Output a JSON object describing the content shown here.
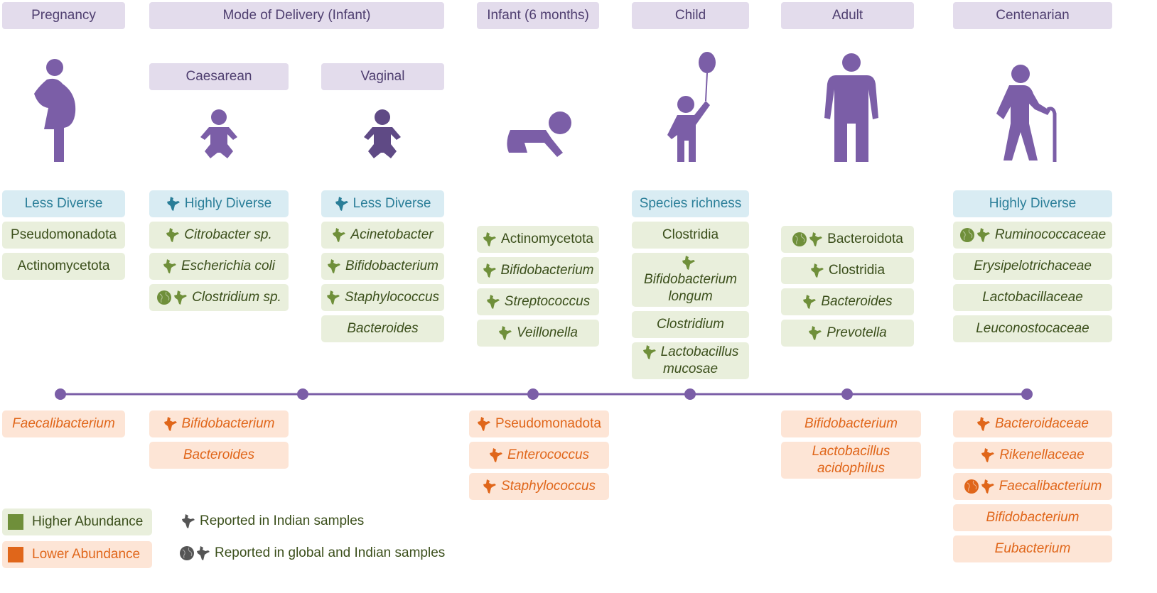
{
  "headers": [
    "Pregnancy",
    "Mode of Delivery (Infant)",
    "Infant (6 months)",
    "Child",
    "Adult",
    "Centenarian"
  ],
  "subheaders": [
    "Caesarean",
    "Vaginal"
  ],
  "columns": [
    {
      "id": "pregnancy",
      "diversity": {
        "text": "Less Diverse",
        "mark": "none"
      },
      "higher": [
        {
          "name": "Pseudomonadota",
          "italic": false,
          "mark": "none"
        },
        {
          "name": "Actinomycetota",
          "italic": false,
          "mark": "none"
        }
      ],
      "lower": [
        {
          "name": "Faecalibacterium",
          "italic": true,
          "mark": "none"
        }
      ]
    },
    {
      "id": "caesarean",
      "diversity": {
        "text": "Highly Diverse",
        "mark": "india"
      },
      "higher": [
        {
          "name": "Citrobacter sp.",
          "italic": true,
          "mark": "india"
        },
        {
          "name": "Escherichia coli",
          "italic": true,
          "mark": "india"
        },
        {
          "name": "Clostridium sp.",
          "italic": true,
          "mark": "global-india"
        }
      ],
      "lower": [
        {
          "name": "Bifidobacterium",
          "italic": true,
          "mark": "india"
        },
        {
          "name": "Bacteroides",
          "italic": true,
          "mark": "none"
        }
      ]
    },
    {
      "id": "vaginal",
      "diversity": {
        "text": "Less Diverse",
        "mark": "india"
      },
      "higher": [
        {
          "name": "Acinetobacter",
          "italic": true,
          "mark": "india"
        },
        {
          "name": "Bifidobacterium",
          "italic": true,
          "mark": "india"
        },
        {
          "name": "Staphylococcus",
          "italic": true,
          "mark": "india"
        },
        {
          "name": "Bacteroides",
          "italic": true,
          "mark": "none"
        }
      ],
      "lower": []
    },
    {
      "id": "infant",
      "diversity": null,
      "higher": [
        {
          "name": "Actinomycetota",
          "italic": false,
          "mark": "india"
        },
        {
          "name": "Bifidobacterium",
          "italic": true,
          "mark": "india"
        },
        {
          "name": "Streptococcus",
          "italic": true,
          "mark": "india"
        },
        {
          "name": "Veillonella",
          "italic": true,
          "mark": "india"
        }
      ],
      "lower": [
        {
          "name": "Pseudomonadota",
          "italic": false,
          "mark": "india"
        },
        {
          "name": "Enterococcus",
          "italic": true,
          "mark": "india"
        },
        {
          "name": "Staphylococcus",
          "italic": true,
          "mark": "india"
        }
      ]
    },
    {
      "id": "child",
      "diversity": {
        "text": "Species richness",
        "mark": "none"
      },
      "higher": [
        {
          "name": "Clostridia",
          "italic": false,
          "mark": "none"
        },
        {
          "name": "Bifidobacterium longum",
          "italic": true,
          "mark": "india"
        },
        {
          "name": "Clostridium",
          "italic": true,
          "mark": "none"
        },
        {
          "name": "Lactobacillus mucosae",
          "italic": true,
          "mark": "india"
        }
      ],
      "lower": []
    },
    {
      "id": "adult",
      "diversity": null,
      "higher": [
        {
          "name": "Bacteroidota",
          "italic": false,
          "mark": "global-india"
        },
        {
          "name": "Clostridia",
          "italic": false,
          "mark": "india"
        },
        {
          "name": "Bacteroides",
          "italic": true,
          "mark": "india"
        },
        {
          "name": "Prevotella",
          "italic": true,
          "mark": "india"
        }
      ],
      "lower": [
        {
          "name": "Bifidobacterium",
          "italic": true,
          "mark": "none"
        },
        {
          "name": "Lactobacillus acidophilus",
          "italic": true,
          "mark": "none"
        }
      ]
    },
    {
      "id": "centenarian",
      "diversity": {
        "text": "Highly Diverse",
        "mark": "none"
      },
      "higher": [
        {
          "name": "Ruminococcaceae",
          "italic": true,
          "mark": "global-india"
        },
        {
          "name": "Erysipelotrichaceae",
          "italic": true,
          "mark": "none"
        },
        {
          "name": "Lactobacillaceae",
          "italic": true,
          "mark": "none"
        },
        {
          "name": "Leuconostocaceae",
          "italic": true,
          "mark": "none"
        }
      ],
      "lower": [
        {
          "name": "Bacteroidaceae",
          "italic": true,
          "mark": "india"
        },
        {
          "name": "Rikenellaceae",
          "italic": true,
          "mark": "india"
        },
        {
          "name": "Faecalibacterium",
          "italic": true,
          "mark": "global-india"
        },
        {
          "name": "Bifidobacterium",
          "italic": true,
          "mark": "none"
        },
        {
          "name": "Eubacterium",
          "italic": true,
          "mark": "none"
        }
      ]
    }
  ],
  "legend": {
    "higher": "Higher Abundance",
    "lower": "Lower Abundance",
    "india": "Reported in Indian samples",
    "global": "Reported in global and Indian samples"
  },
  "colors": {
    "purple": "#7b5ea7",
    "green": "#6f8f3a",
    "orange": "#e0661a",
    "blue": "#2a7e98",
    "gray": "#555555"
  }
}
